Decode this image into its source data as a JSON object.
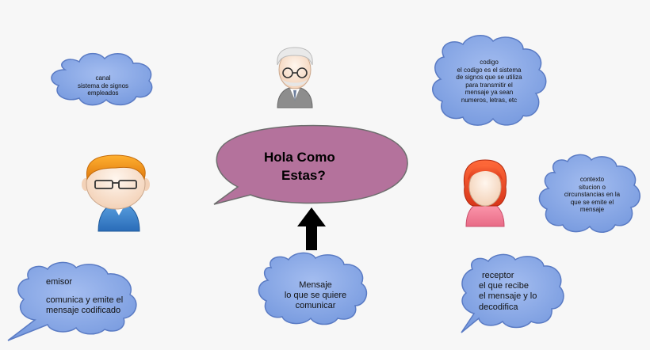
{
  "speech_bubble": {
    "line1": "Hola Como",
    "line2": "Estas?"
  },
  "clouds": {
    "canal": {
      "line1": "canal",
      "line2": "sistema de signos",
      "line3": "empleados"
    },
    "codigo": {
      "line1": "codigo",
      "line2": "el codigo es el sistema",
      "line3": "de signos que se utiliza",
      "line4": "para transmitir el",
      "line5": "mensaje ya sean",
      "line6": "numeros, letras, etc"
    },
    "contexto": {
      "line1": "contexto",
      "line2": "situcion o",
      "line3": "circunstancias en la",
      "line4": "que se emite el",
      "line5": "mensaje"
    },
    "emisor": {
      "line1": "emisor",
      "line2": "comunica y emite el",
      "line3": "mensaje codificado"
    },
    "mensaje": {
      "line1": "Mensaje",
      "line2": "lo que se quiere",
      "line3": "comunicar"
    },
    "receptor": {
      "line1": "receptor",
      "line2": "el que recibe",
      "line3": "el mensaje y lo",
      "line4": "decodifica"
    }
  },
  "colors": {
    "cloud_fill": "#8aa9e6",
    "cloud_stroke": "#5a7bc4",
    "speech_fill": "#b4729c",
    "speech_stroke": "#6e6e6e",
    "arrow": "#000000"
  },
  "icons": {
    "elder": "elderly-man-avatar-icon",
    "sender": "man-with-glasses-avatar-icon",
    "receiver": "woman-avatar-icon",
    "arrow": "arrow-up-icon"
  }
}
